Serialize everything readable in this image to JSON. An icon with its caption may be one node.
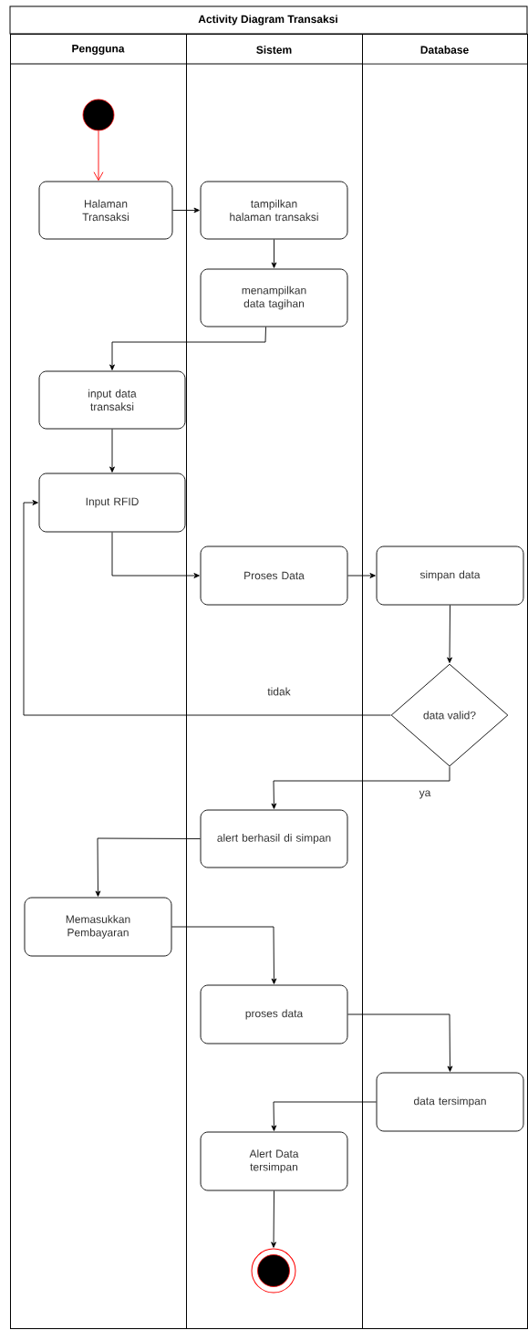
{
  "diagram": {
    "title": "Activity Diagram Transaksi",
    "nodes": [
      {
        "text": [
          "Pengguna"
        ]
      },
      {
        "text": [
          "Sistem"
        ]
      },
      {
        "text": [
          "Database"
        ]
      },
      {
        "text": [],
        "shape": "circle",
        "in": 0
      },
      {
        "text": [
          "Halaman Transaksi"
        ],
        "in": 0
      },
      {
        "text": [
          "tampilkan halaman transaksi"
        ],
        "in": 1
      },
      {
        "text": [
          "menampilkan data tagihan"
        ],
        "in": 1
      },
      {
        "text": [
          "input data transaksi"
        ],
        "in": 0
      },
      {
        "text": [
          "Input RFID"
        ],
        "in": 0
      },
      {
        "text": [
          "Proses Data"
        ],
        "in": 1
      },
      {
        "text": [
          "simpan data"
        ],
        "in": 2
      },
      {
        "text": [
          "data valid?"
        ],
        "in": 2
      },
      {
        "text": [
          "alert berhasil di simpan"
        ],
        "in": 1
      },
      {
        "text": [
          "Memasukkan Pembayaran"
        ],
        "in": 0
      },
      {
        "text": [
          "proses data"
        ],
        "in": 1
      },
      {
        "text": [
          "data tersimpan"
        ],
        "in": 2
      },
      {
        "text": [
          "Alert Data tersimpan"
        ],
        "in": 1
      },
      {
        "text": [],
        "shape": "circle",
        "in": 1
      }
    ],
    "edges": [
      {
        "from": 3,
        "to": 4,
        "arrow": "to",
        "color": "#ff0000"
      },
      {
        "from": 4,
        "to": 5,
        "arrow": "to"
      },
      {
        "from": 5,
        "to": 6,
        "arrow": "to"
      },
      {
        "from": 6,
        "to": 7,
        "arrow": "to"
      },
      {
        "from": 7,
        "to": 8,
        "arrow": "to"
      },
      {
        "from": 8,
        "to": 9,
        "arrow": "to"
      },
      {
        "from": 9,
        "to": 10,
        "arrow": "to"
      },
      {
        "from": 10,
        "to": 11,
        "arrow": "to"
      },
      {
        "from": 11,
        "to": 8,
        "arrow": "to",
        "label": "tidak"
      },
      {
        "from": 11,
        "to": 12,
        "arrow": "to",
        "label": "ya"
      },
      {
        "from": 12,
        "to": 13,
        "arrow": "to"
      },
      {
        "from": 13,
        "to": 14,
        "arrow": "to"
      },
      {
        "from": 14,
        "to": 15,
        "arrow": "to"
      },
      {
        "from": 15,
        "to": 16,
        "arrow": "to"
      },
      {
        "from": 16,
        "to": 17,
        "arrow": "to"
      }
    ]
  }
}
